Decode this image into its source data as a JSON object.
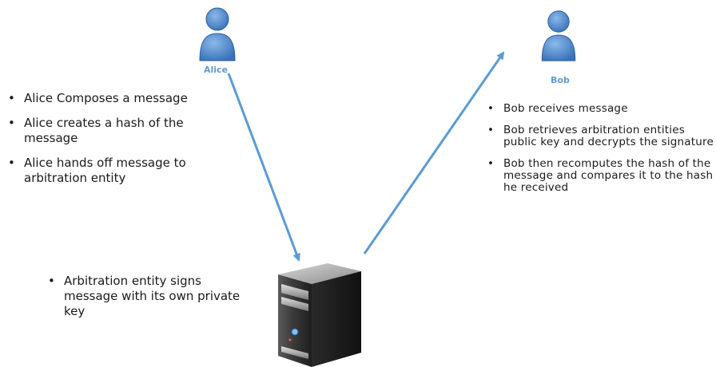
{
  "diagram": {
    "nodes": [
      {
        "id": "alice",
        "label": "Alice",
        "icon": "person-icon"
      },
      {
        "id": "bob",
        "label": "Bob",
        "icon": "person-icon"
      },
      {
        "id": "arbitration-entity",
        "icon": "server-icon"
      }
    ],
    "edges": [
      {
        "from": "alice",
        "to": "arbitration-entity"
      },
      {
        "from": "arbitration-entity",
        "to": "bob"
      }
    ]
  },
  "alice_steps": [
    "Alice Composes a message",
    "Alice creates a hash of the message",
    "Alice hands off message to arbitration entity"
  ],
  "arbitration_steps": [
    "Arbitration entity signs message with its own private key"
  ],
  "bob_steps": [
    "Bob receives message",
    "Bob retrieves arbitration entities public key and decrypts the signature",
    "Bob then recomputes the hash of the message and compares it to the hash he received"
  ],
  "colors": {
    "arrow": "#5b9bd5",
    "person_fill": "#4a86c8",
    "label": "#5b9bd5",
    "text": "#1a1a1a"
  }
}
